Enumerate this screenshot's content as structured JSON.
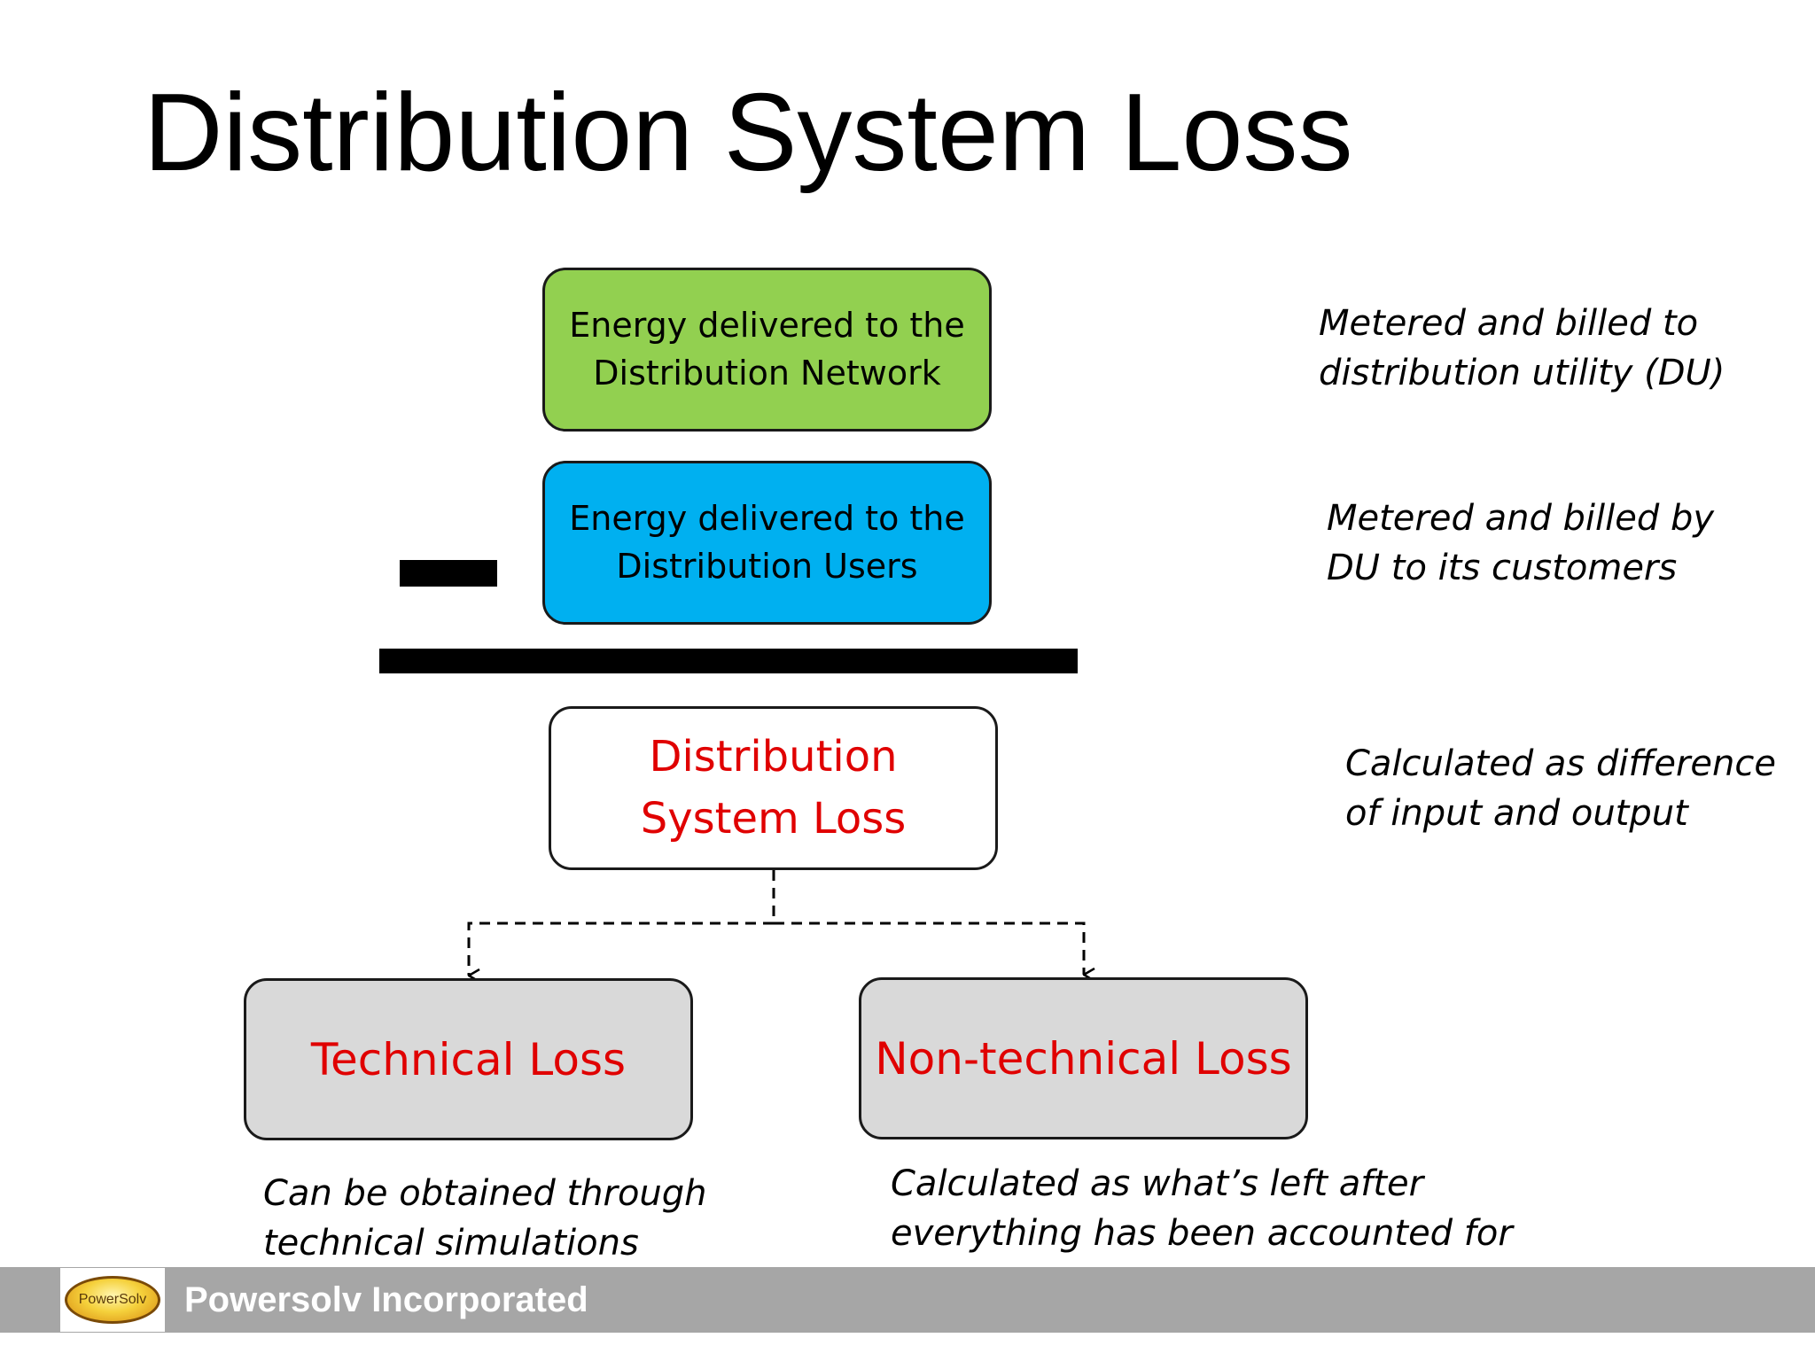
{
  "slide": {
    "title": "Distribution System Loss"
  },
  "diagram": {
    "boxes": {
      "network": {
        "label": "Energy delivered to the\nDistribution Network",
        "color": "#92d050"
      },
      "users": {
        "label": "Energy delivered to the\nDistribution Users",
        "color": "#00b0f0"
      },
      "system_loss": {
        "label": "Distribution\nSystem Loss",
        "text_color": "#e00000"
      },
      "technical_loss": {
        "label": "Technical Loss",
        "color": "#d9d9d9",
        "text_color": "#e00000"
      },
      "non_technical_loss": {
        "label": "Non-technical Loss",
        "color": "#d9d9d9",
        "text_color": "#e00000"
      }
    },
    "operator": "minus",
    "notes": {
      "network": "Metered and billed to\ndistribution utility (DU)",
      "users": "Metered and billed by\nDU to its customers",
      "system_loss": "Calculated as difference\nof input and output",
      "technical_loss": "Can be obtained through\ntechnical simulations",
      "non_technical_loss": "Calculated as what’s left after\neverything has been accounted for"
    },
    "connectors": [
      {
        "from": "system_loss",
        "to": "technical_loss",
        "style": "dashed-arrow"
      },
      {
        "from": "system_loss",
        "to": "non_technical_loss",
        "style": "dashed-arrow"
      }
    ]
  },
  "footer": {
    "logo_text": "PowerSolv",
    "company": "Powersolv Incorporated",
    "bar_color": "#a6a6a6"
  }
}
